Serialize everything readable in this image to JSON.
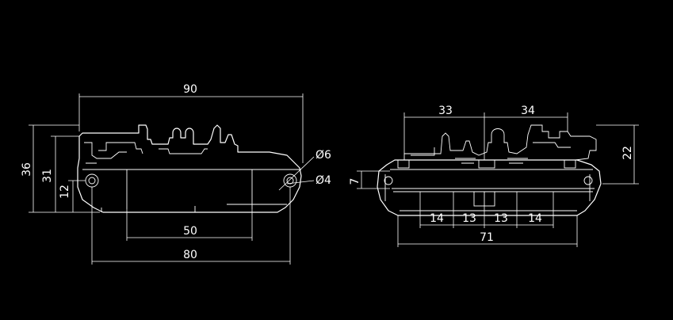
{
  "left_view": {
    "overall_width": "90",
    "overall_height": "36",
    "inner_height": "31",
    "hole_offset": "12",
    "window_width": "50",
    "base_width": "80",
    "hole_small": "Ø6",
    "hole_large": "Ø4"
  },
  "right_view": {
    "left_span": "33",
    "right_span": "34",
    "height": "22",
    "lip": "7",
    "pitch": [
      "14",
      "13",
      "13",
      "14"
    ],
    "total_width": "71"
  }
}
